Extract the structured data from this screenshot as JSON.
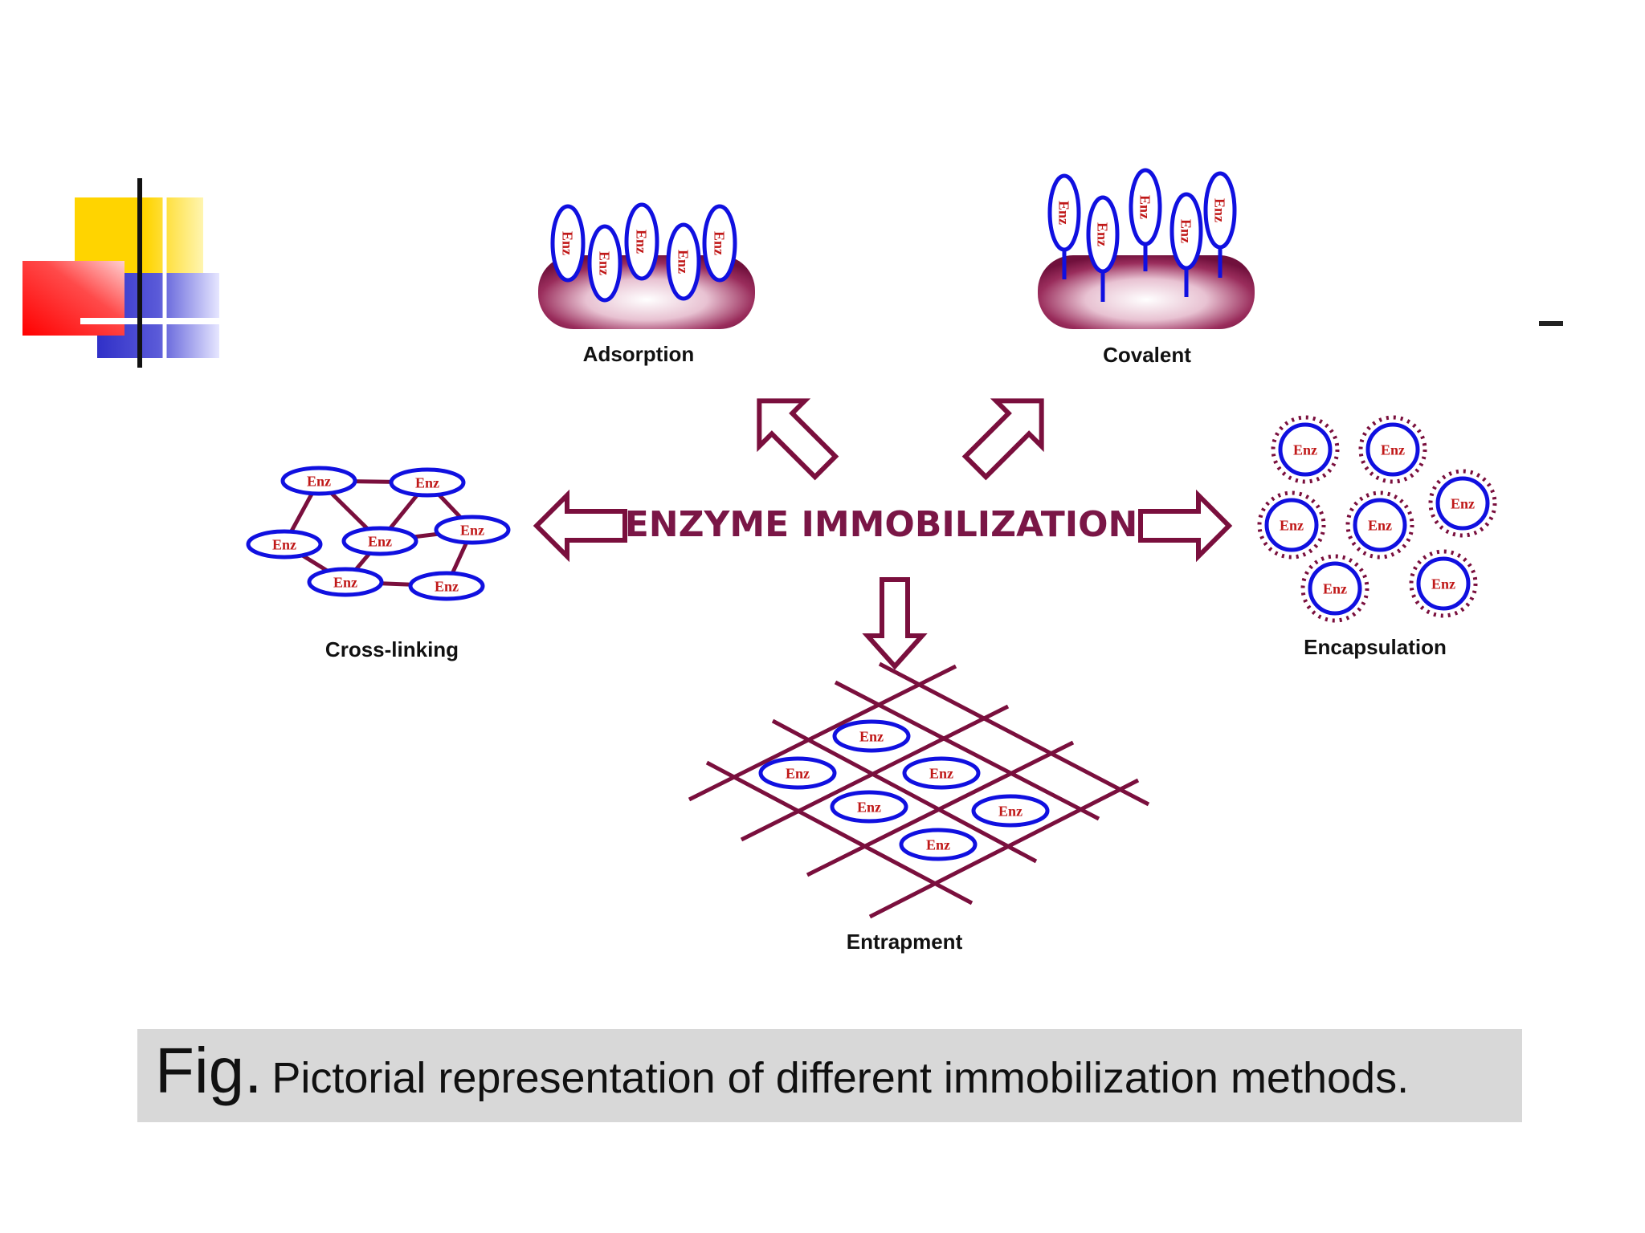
{
  "diagram": {
    "title": "ENZYME IMMOBILIZATION",
    "enzyme_label": "Enz",
    "methods": [
      {
        "id": "adsorption",
        "label": "Adsorption"
      },
      {
        "id": "covalent",
        "label": "Covalent"
      },
      {
        "id": "cross-linking",
        "label": "Cross-linking"
      },
      {
        "id": "encapsulation",
        "label": "Encapsulation"
      },
      {
        "id": "entrapment",
        "label": "Entrapment"
      }
    ]
  },
  "caption": {
    "prefix": "Fig.",
    "text": "Pictorial representation of different immobilization methods."
  },
  "colors": {
    "maroon": "#7a0f3d",
    "enzyme_ring": "#1010e0",
    "enzyme_text": "#c01818",
    "title": "#7a1646",
    "deco_yellow": "#ffd400",
    "deco_red": "#ff2020",
    "deco_blue": "#3333cc",
    "caption_bg": "#d8d8d8"
  }
}
